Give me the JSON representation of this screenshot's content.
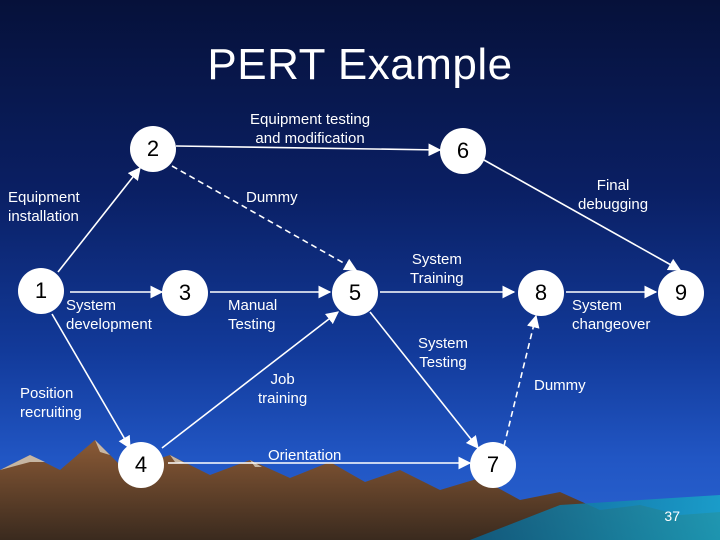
{
  "title": "PERT Example",
  "nodes": [
    "1",
    "2",
    "3",
    "4",
    "5",
    "6",
    "7",
    "8",
    "9"
  ],
  "labels": {
    "equipment_testing_l1": "Equipment testing",
    "equipment_testing_l2": "and modification",
    "equipment_installation_l1": "Equipment",
    "equipment_installation_l2": "installation",
    "dummy_top": "Dummy",
    "final_debugging_l1": "Final",
    "final_debugging_l2": "debugging",
    "system_development_l1": "System",
    "system_development_l2": "development",
    "manual_testing_l1": "Manual",
    "manual_testing_l2": "Testing",
    "system_training_l1": "System",
    "system_training_l2": "Training",
    "system_changeover_l1": "System",
    "system_changeover_l2": "changeover",
    "system_testing_l1": "System",
    "system_testing_l2": "Testing",
    "position_recruiting_l1": "Position",
    "position_recruiting_l2": "recruiting",
    "job_training_l1": "Job",
    "job_training_l2": "training",
    "dummy_bottom": "Dummy",
    "orientation": "Orientation"
  },
  "page_number": "37",
  "colors": {
    "background_top": "#06113a",
    "background_bottom": "#2a63d0",
    "node_fill": "#ffffff",
    "arrow": "#ffffff",
    "text": "#ffffff"
  }
}
